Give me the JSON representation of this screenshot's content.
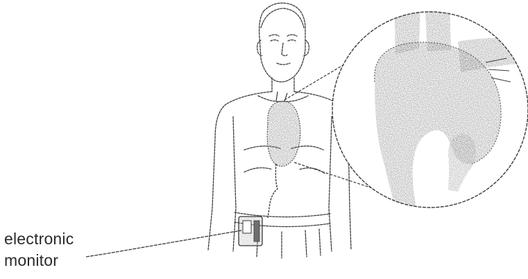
{
  "figure": {
    "subject": "human torso with heart and wearable electronic monitor",
    "callout_label_lines": [
      "electronic",
      "monitor"
    ],
    "colors": {
      "ink": "#3a3a3a",
      "heart_fill": "#8c8c8c",
      "background": "#ffffff"
    },
    "icons": [
      "person-figure",
      "heart-shape",
      "magnified-heart-circle",
      "monitor-device"
    ]
  }
}
